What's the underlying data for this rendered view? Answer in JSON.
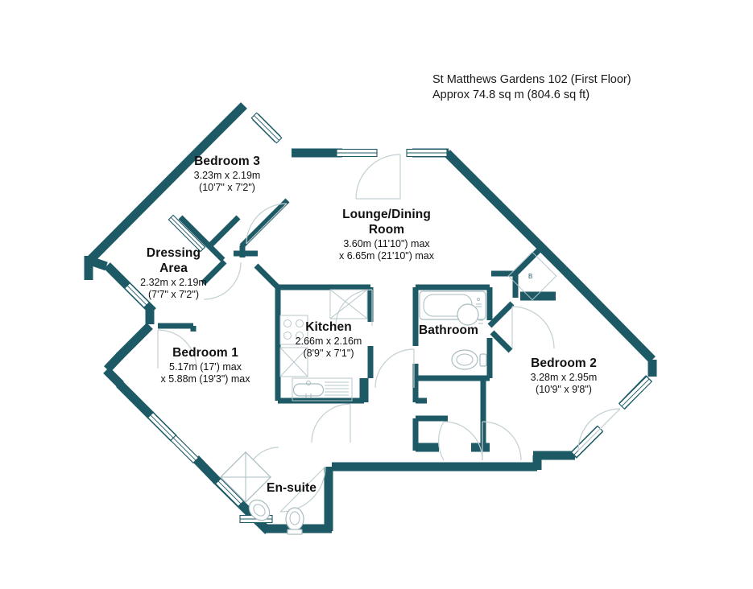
{
  "document": {
    "type": "floor-plan",
    "title_line1": "St Matthews Gardens 102 (First Floor)",
    "title_line2": "Approx 74.8 sq m (804.6 sq ft)",
    "background_color": "#ffffff",
    "wall_color": "#1d5a66",
    "fixture_color": "#8fa8ad",
    "text_color": "#111111"
  },
  "rooms": [
    {
      "key": "bedroom3",
      "name": "Bedroom 3",
      "dim_metric": "3.23m x 2.19m",
      "dim_imperial": "(10'7\" x 7'2\")"
    },
    {
      "key": "lounge",
      "name_line1": "Lounge/Dining",
      "name_line2": "Room",
      "dim_metric": "3.60m (11'10\") max",
      "dim_imperial": "x 6.65m (21'10\") max"
    },
    {
      "key": "dressing",
      "name_line1": "Dressing",
      "name_line2": "Area",
      "dim_metric": "2.32m x 2.19m",
      "dim_imperial": "(7'7\" x 7'2\")"
    },
    {
      "key": "bedroom1",
      "name": "Bedroom 1",
      "dim_metric": "5.17m (17') max",
      "dim_imperial": "x 5.88m (19'3\") max"
    },
    {
      "key": "kitchen",
      "name": "Kitchen",
      "dim_metric": "2.66m x 2.16m",
      "dim_imperial": "(8'9\" x 7'1\")"
    },
    {
      "key": "bathroom",
      "name": "Bathroom",
      "dim_metric": "",
      "dim_imperial": ""
    },
    {
      "key": "bedroom2",
      "name": "Bedroom 2",
      "dim_metric": "3.28m x 2.95m",
      "dim_imperial": "(10'9\" x 9'8\")"
    },
    {
      "key": "ensuite",
      "name": "En-suite",
      "dim_metric": "",
      "dim_imperial": ""
    }
  ],
  "annotations": {
    "boiler_cupboard_label": "B"
  },
  "fixtures": [
    {
      "name": "bath-tub",
      "room": "bathroom"
    },
    {
      "name": "wash-basin",
      "room": "bathroom"
    },
    {
      "name": "toilet",
      "room": "bathroom"
    },
    {
      "name": "shower-tray",
      "room": "ensuite"
    },
    {
      "name": "wash-basin",
      "room": "ensuite"
    },
    {
      "name": "toilet",
      "room": "ensuite"
    },
    {
      "name": "hob",
      "room": "kitchen"
    },
    {
      "name": "sink",
      "room": "kitchen"
    },
    {
      "name": "counter-unit",
      "room": "kitchen"
    },
    {
      "name": "boiler-cupboard",
      "room": "lounge"
    }
  ]
}
